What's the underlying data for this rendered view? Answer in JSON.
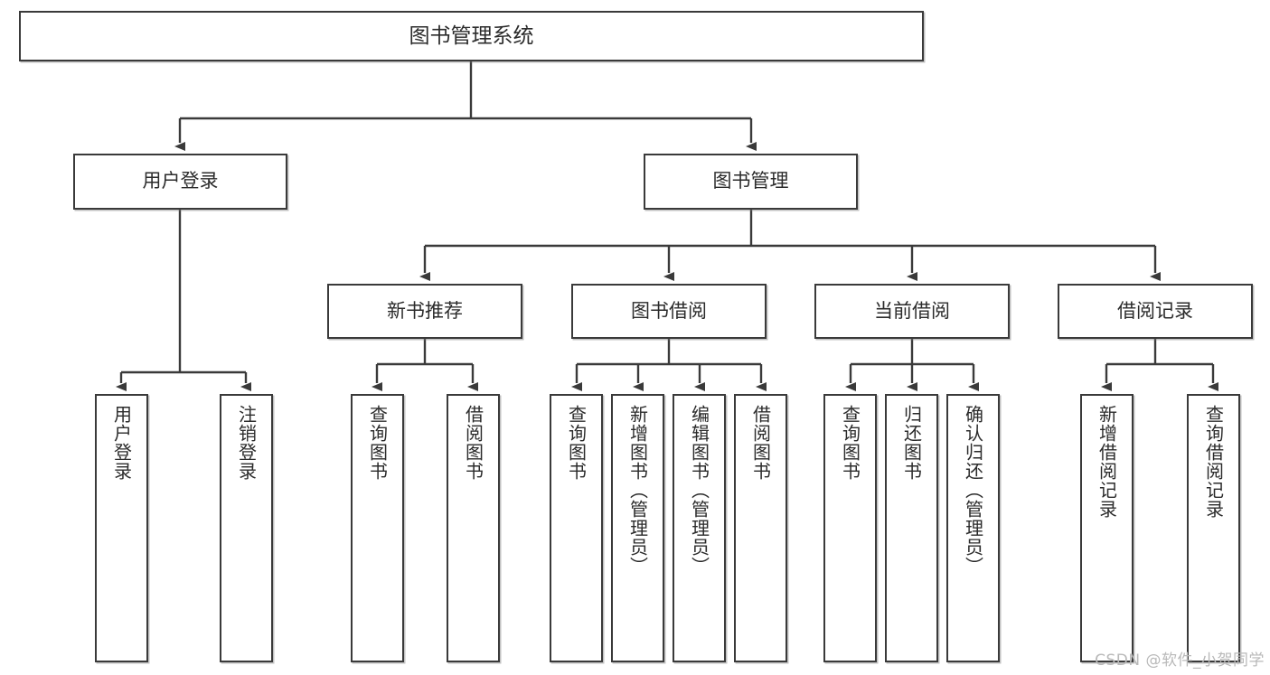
{
  "diagram": {
    "type": "tree-hierarchy",
    "title_box": {
      "label": "图书管理系统"
    },
    "level2": [
      {
        "id": "user-login",
        "label": "用户登录"
      },
      {
        "id": "book-management",
        "label": "图书管理"
      }
    ],
    "level3": [
      {
        "id": "new-book-recommend",
        "label": "新书推荐"
      },
      {
        "id": "book-borrow",
        "label": "图书借阅"
      },
      {
        "id": "current-borrow",
        "label": "当前借阅"
      },
      {
        "id": "borrow-record",
        "label": "借阅记录"
      }
    ],
    "leaves": {
      "user_login": [
        {
          "id": "leaf-user-login",
          "label": "用户登录"
        },
        {
          "id": "leaf-logout-login",
          "label": "注销登录"
        }
      ],
      "new_book_recommend": [
        {
          "id": "leaf-query-book-1",
          "label": "查询图书"
        },
        {
          "id": "leaf-borrow-book-1",
          "label": "借阅图书"
        }
      ],
      "book_borrow": [
        {
          "id": "leaf-query-book-2",
          "label": "查询图书"
        },
        {
          "id": "leaf-add-book-admin",
          "label": "新增图书（管理员）"
        },
        {
          "id": "leaf-edit-book-admin",
          "label": "编辑图书（管理员）"
        },
        {
          "id": "leaf-borrow-book-2",
          "label": "借阅图书"
        }
      ],
      "current_borrow": [
        {
          "id": "leaf-query-book-3",
          "label": "查询图书"
        },
        {
          "id": "leaf-return-book",
          "label": "归还图书"
        },
        {
          "id": "leaf-confirm-return-admin",
          "label": "确认归还（管理员）"
        }
      ],
      "borrow_record": [
        {
          "id": "leaf-add-borrow-record",
          "label": "新增借阅记录"
        },
        {
          "id": "leaf-query-borrow-record",
          "label": "查询借阅记录"
        }
      ]
    }
  },
  "watermark": {
    "text": "CSDN @软件_小贺同学"
  },
  "colors": {
    "stroke": "#3a3a3a",
    "box_fill": "#ffffff",
    "text": "#2b2b2b",
    "watermark": "#b9b9b9",
    "background": "#ffffff"
  }
}
